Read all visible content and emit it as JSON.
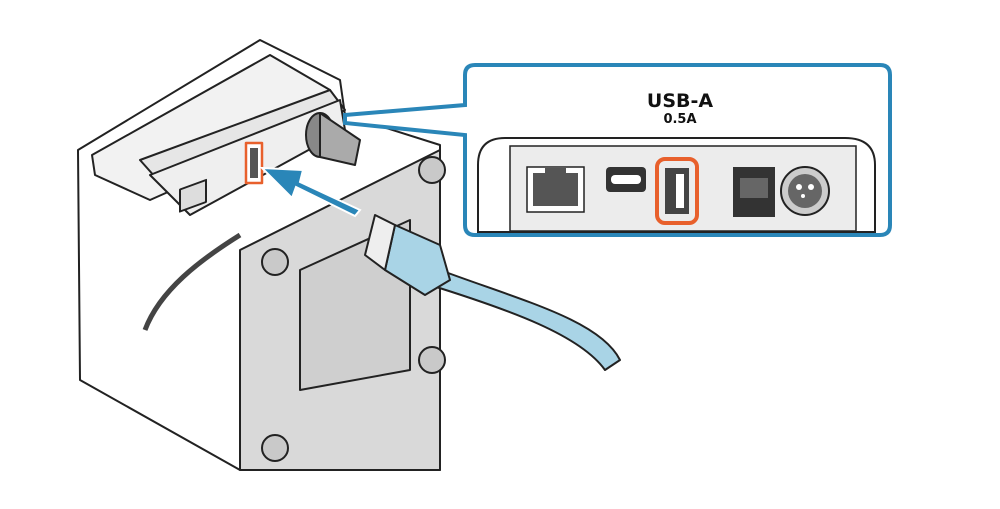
{
  "callout": {
    "title": "USB-A",
    "subtitle": "0.5A",
    "ports": [
      "lan-port",
      "usb-c-port",
      "usb-a-port",
      "rj12-port",
      "dc-in-port"
    ],
    "highlighted_port": "usb-a-port"
  },
  "colors": {
    "callout_border": "#2a86b8",
    "highlight": "#e8602c",
    "arrow": "#2a86b8",
    "cable": "#a9d4e6"
  }
}
